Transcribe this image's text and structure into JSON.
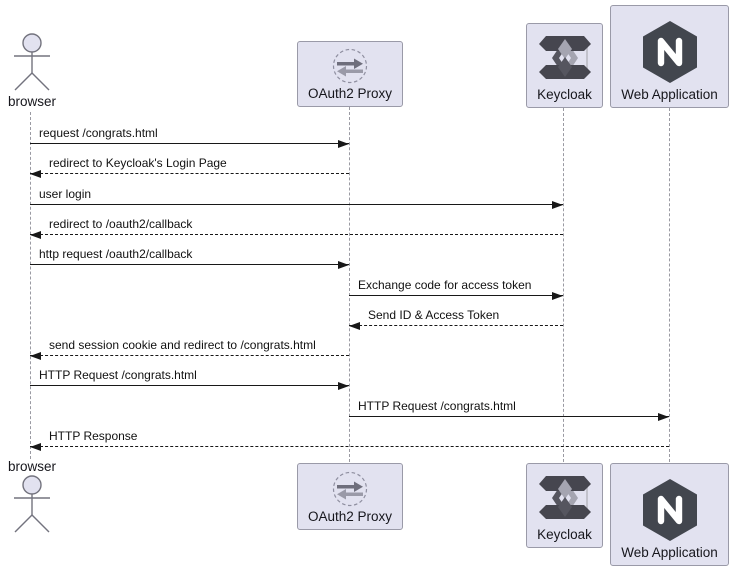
{
  "participants": [
    {
      "id": "browser",
      "label": "browser",
      "type": "actor",
      "icon": "actor-icon"
    },
    {
      "id": "oauth2",
      "label": "OAuth2 Proxy",
      "type": "box",
      "icon": "swap-arrows-icon"
    },
    {
      "id": "keycloak",
      "label": "Keycloak",
      "type": "box",
      "icon": "keycloak-icon"
    },
    {
      "id": "webapp",
      "label": "Web Application",
      "type": "box",
      "icon": "nginx-icon"
    }
  ],
  "messages": [
    {
      "from": "browser",
      "to": "oauth2",
      "style": "solid",
      "text": "request /congrats.html"
    },
    {
      "from": "oauth2",
      "to": "browser",
      "style": "dashed",
      "text": "redirect to Keycloak's Login Page"
    },
    {
      "from": "browser",
      "to": "keycloak",
      "style": "solid",
      "text": "user login"
    },
    {
      "from": "keycloak",
      "to": "browser",
      "style": "dashed",
      "text": "redirect to /oauth2/callback"
    },
    {
      "from": "browser",
      "to": "oauth2",
      "style": "solid",
      "text": "http request /oauth2/callback"
    },
    {
      "from": "oauth2",
      "to": "keycloak",
      "style": "solid",
      "text": "Exchange code for access token"
    },
    {
      "from": "keycloak",
      "to": "oauth2",
      "style": "dashed",
      "text": "Send ID & Access Token"
    },
    {
      "from": "oauth2",
      "to": "browser",
      "style": "dashed",
      "text": "send session cookie and redirect to /congrats.html"
    },
    {
      "from": "browser",
      "to": "oauth2",
      "style": "solid",
      "text": "HTTP Request /congrats.html"
    },
    {
      "from": "oauth2",
      "to": "webapp",
      "style": "solid",
      "text": "HTTP Request /congrats.html"
    },
    {
      "from": "webapp",
      "to": "browser",
      "style": "dashed",
      "text": "HTTP Response"
    }
  ],
  "colors": {
    "box_fill": "#e2e2f0",
    "box_border": "#9a9aa8",
    "message_line": "#181818",
    "lifeline": "#9a9aa2",
    "icon_dark": "#46464f",
    "icon_light": "#a5a5b1",
    "nginx_hex": "#42464e"
  }
}
